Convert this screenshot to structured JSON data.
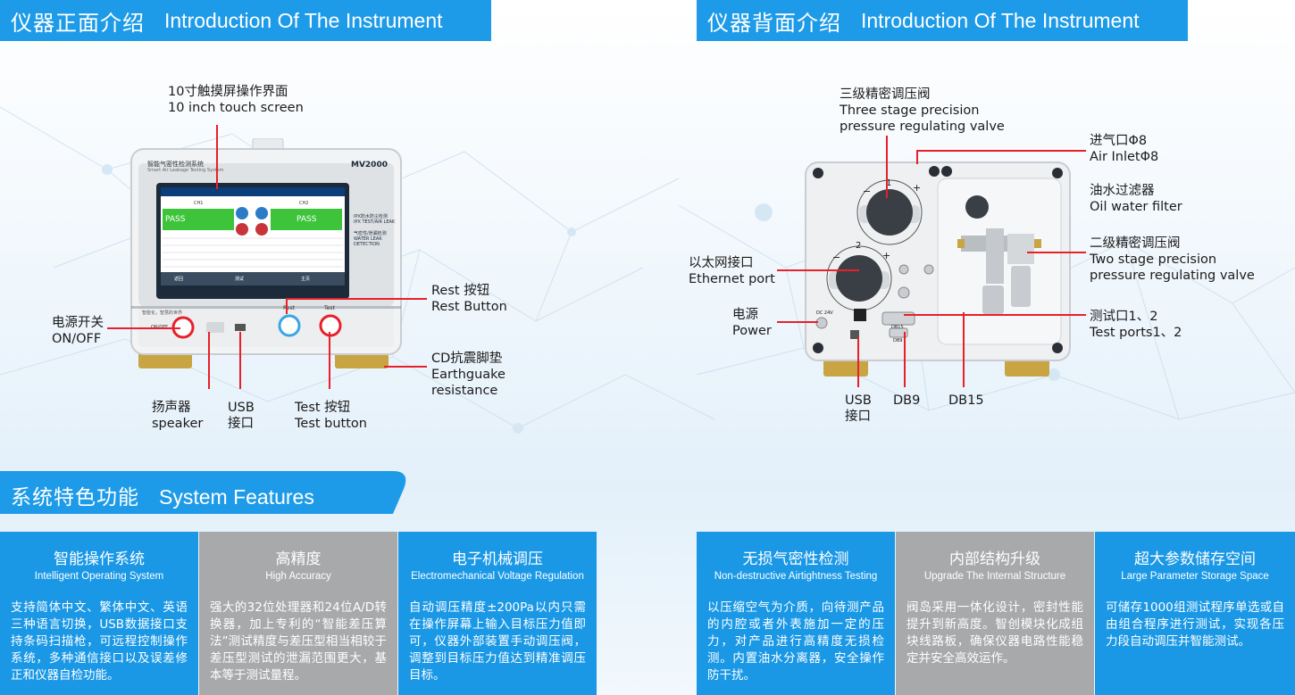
{
  "colors": {
    "accent": "#1e9be8",
    "callout_line": "#e8202a",
    "card_gray": "#a7a9ab",
    "pass_green": "#3ec43a"
  },
  "front": {
    "header": {
      "cn": "仪器正面介绍",
      "en": "Introduction Of The Instrument"
    },
    "labels": {
      "screen_cn": "10寸触摸屏操作界面",
      "screen_en": "10 inch touch screen",
      "rest_cn": "Rest 按钮",
      "rest_en": "Rest Button",
      "power_cn": "电源开关",
      "power_en": "ON/OFF",
      "foot_cn": "CD抗震脚垫",
      "foot_en1": "Earthguake",
      "foot_en2": "resistance",
      "speaker_cn": "扬声器",
      "speaker_en": "speaker",
      "usb_cn": "USB",
      "usb_en": "接口",
      "test_cn": "Test 按钮",
      "test_en": "Test button"
    },
    "device": {
      "brand": "智能气密性检测系统",
      "brand_sub": "Smart Air Leakage Testing System",
      "model": "MV2000",
      "side_1": "IPX防水防尘检测",
      "side_2": "IPX TEST/AIR LEAK",
      "side_3": "气密性/泄漏检测",
      "side_4": "WATER LEAK DETECTION",
      "pass": "PASS",
      "ch1": "CH1",
      "ch2": "CH2",
      "rest": "Rest",
      "test": "Test",
      "onoff": "ON/OFF",
      "slogan": "智能化，智慧的世界",
      "btn_back": "返回",
      "btn_test": "测试",
      "btn_home": "主页"
    }
  },
  "back": {
    "header": {
      "cn": "仪器背面介绍",
      "en": "Introduction Of The Instrument"
    },
    "labels": {
      "valve3_cn": "三级精密调压阀",
      "valve3_en1": "Three stage precision",
      "valve3_en2": "pressure regulating valve",
      "inlet_cn": "进气口Φ8",
      "inlet_en": "Air InletΦ8",
      "filter_cn": "油水过滤器",
      "filter_en": "Oil water filter",
      "valve2_cn": "二级精密调压阀",
      "valve2_en1": "Two stage precision",
      "valve2_en2": "pressure regulating valve",
      "eth_cn": "以太网接口",
      "eth_en": "Ethernet port",
      "power_cn": "电源",
      "power_en": "Power",
      "ports_cn": "测试口1、2",
      "ports_en": "Test ports1、2",
      "usb_cn": "USB",
      "usb_en": "接口",
      "db9": "DB9",
      "db15": "DB15"
    },
    "device": {
      "dc": "DC 24V",
      "db15": "DB15",
      "db9": "DB9",
      "knob1": "1",
      "knob2": "2",
      "plus": "+",
      "minus": "−"
    }
  },
  "features": {
    "header": {
      "cn": "系统特色功能",
      "en": "System Features"
    },
    "cards": [
      {
        "title": "智能操作系统",
        "subtitle": "Intelligent Operating System",
        "body": "支持简体中文、繁体中文、英语三种语言切换，USB数据接口支持条码扫描枪，可远程控制操作系统，多种通信接口以及误差修正和仪器自检功能。"
      },
      {
        "title": "高精度",
        "subtitle": "High Accuracy",
        "body": "强大的32位处理器和24位A/D转换器，加上专利的“智能差压算法”测试精度与差压型相当相较于差压型测试的泄漏范围更大，基本等于测试量程。"
      },
      {
        "title": "电子机械调压",
        "subtitle": "Electromechanical Voltage Regulation",
        "body": "自动调压精度±200Pa以内只需在操作屏幕上输入目标压力值即可，仪器外部装置手动调压阀，调整到目标压力值达到精准调压目标。"
      },
      {
        "title": "无损气密性检测",
        "subtitle": "Non-destructive Airtightness Testing",
        "body": "以压缩空气为介质，向待测产品的内腔或者外表施加一定的压力，对产品进行高精度无损检测。内置油水分离器，安全操作防干扰。"
      },
      {
        "title": "内部结构升级",
        "subtitle": "Upgrade The Internal Structure",
        "body": "阀岛采用一体化设计，密封性能提升到新高度。智创模块化成组块线路板，确保仪器电路性能稳定并安全高效运作。"
      },
      {
        "title": "超大参数储存空间",
        "subtitle": "Large Parameter Storage Space",
        "body": "可储存1000组测试程序单选或自由组合程序进行测试，实现各压力段自动调压并智能测试。"
      }
    ]
  }
}
